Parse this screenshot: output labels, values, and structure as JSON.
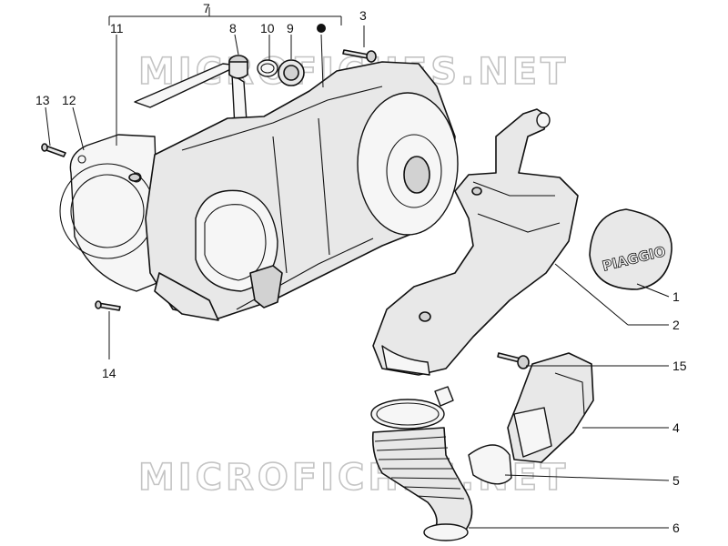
{
  "watermark": {
    "top_text": "MICROFICHES.NET",
    "bottom_text": "MICROFICHES.NET"
  },
  "brand_text": "PIAGGIO",
  "callouts": {
    "c1": "1",
    "c2": "2",
    "c3": "3",
    "c4": "4",
    "c5": "5",
    "c6": "6",
    "c7": "7",
    "c8": "8",
    "c9": "9",
    "c10": "10",
    "c11": "11",
    "c12": "12",
    "c13": "13",
    "c14": "14",
    "c15": "15"
  },
  "colors": {
    "line": "#111111",
    "fill": "#e8e8e8",
    "watermark": "#c4c4c4"
  }
}
